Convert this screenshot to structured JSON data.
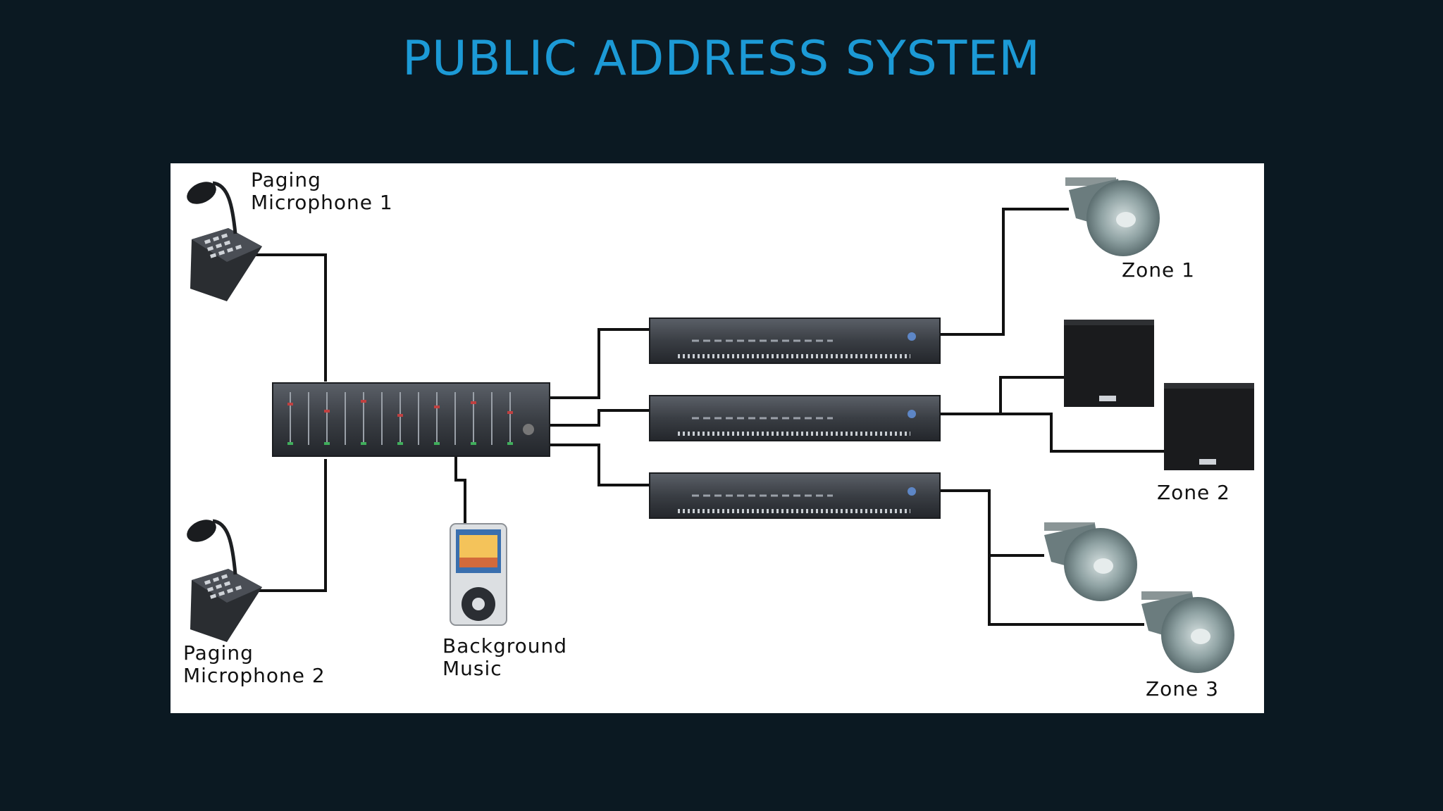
{
  "slide": {
    "title": "PUBLIC ADDRESS SYSTEM"
  },
  "diagram": {
    "labels": {
      "mic1_line1": "Paging",
      "mic1_line2": "Microphone 1",
      "mic2_line1": "Paging",
      "mic2_line2": "Microphone 2",
      "music_line1": "Background",
      "music_line2": "Music",
      "zone1": "Zone 1",
      "zone2": "Zone 2",
      "zone3": "Zone 3"
    }
  },
  "colors": {
    "background": "#0b1922",
    "title": "#1c9ad6",
    "panel": "#ffffff",
    "wire": "#111111"
  }
}
